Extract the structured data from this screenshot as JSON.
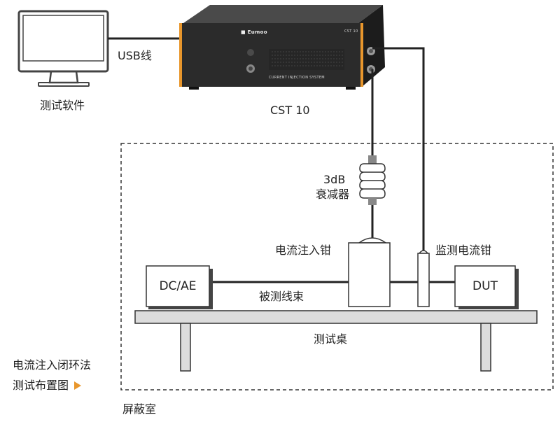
{
  "computer": {
    "caption": "测试软件"
  },
  "usb": {
    "label": "USB线"
  },
  "device": {
    "name": "CST 10",
    "logo": "■ Eumoo",
    "model_tag": "CST 10",
    "front_caption": "CURRENT INJECTION SYSTEM"
  },
  "attenuator": {
    "line1": "3dB",
    "line2": "衰减器"
  },
  "injection_clamp": {
    "label": "电流注入钳"
  },
  "monitor_clamp": {
    "label": "监测电流钳"
  },
  "dcae": {
    "label": "DC/AE"
  },
  "dut": {
    "label": "DUT"
  },
  "harness": {
    "label": "被测线束"
  },
  "table": {
    "label": "测试桌"
  },
  "side_caption": {
    "line1": "电流注入闭环法",
    "line2": "测试布置图"
  },
  "shield_room": {
    "label": "屏蔽室"
  },
  "colors": {
    "accent": "#e8962c",
    "device_body": "#2b2b2b",
    "stroke": "#333333",
    "table_fill": "#dcdcdc"
  }
}
